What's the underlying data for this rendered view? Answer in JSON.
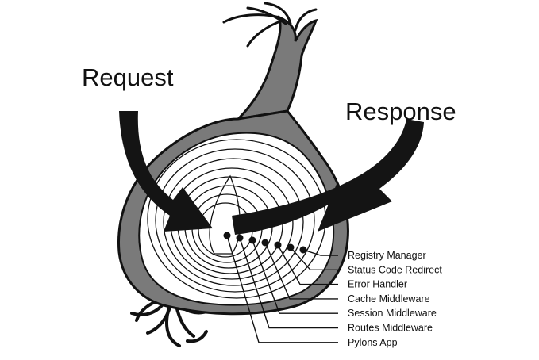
{
  "labels": {
    "request": "Request",
    "response": "Response"
  },
  "layers": [
    "Registry Manager",
    "Status Code Redirect",
    "Error Handler",
    "Cache Middleware",
    "Session Middleware",
    "Routes Middleware",
    "Pylons App"
  ],
  "colors": {
    "ink": "#111111",
    "skin": "#7a7a7a",
    "flesh": "#ffffff",
    "arrow": "#141414"
  }
}
